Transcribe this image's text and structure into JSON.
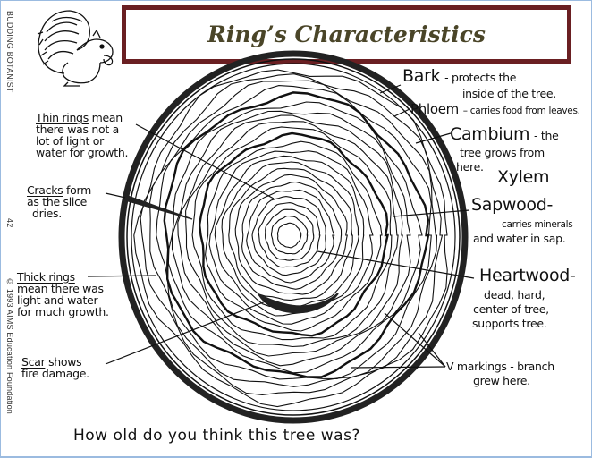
{
  "side_labels": {
    "series": "BUDDING  BOTANIST",
    "page_number": "42",
    "copyright": "© 1993 AIMS Education Foundation"
  },
  "title": "Ring’s Characteristics",
  "colors": {
    "title_border": "#6a1f22",
    "title_text": "#4a4528",
    "page_border": "#9bbbe0"
  },
  "illustrations": {
    "mascot": "squirrel-icon",
    "diagram": "tree-cross-section"
  },
  "labels_left": {
    "thin_rings": {
      "term": "Thin rings",
      "rest": " mean",
      "lines": [
        "there was not a",
        "lot of light or",
        "water for growth."
      ]
    },
    "cracks": {
      "term": "Cracks",
      "rest": " form",
      "lines": [
        "as the slice",
        "dries."
      ]
    },
    "thick_rings": {
      "term": "Thick rings",
      "rest": "",
      "lines": [
        "mean there was",
        "light and water",
        "for much growth."
      ]
    },
    "scar": {
      "term": "Scar",
      "rest": " shows",
      "lines": [
        "fire damage."
      ]
    }
  },
  "labels_right": {
    "bark": {
      "term": "Bark",
      "desc1": "- protects the",
      "desc2": "inside of the tree."
    },
    "phloem": {
      "term": "Phloem",
      "desc": "– carries food from leaves."
    },
    "cambium": {
      "term": "Cambium",
      "desc1": "- the",
      "desc2": "tree grows from",
      "desc3": "here."
    },
    "xylem": {
      "term": "Xylem"
    },
    "sapwood": {
      "term": "Sapwood",
      "dash": "-",
      "desc1": "carries minerals",
      "desc2": "and water in sap."
    },
    "heartwood": {
      "term": "Heartwood",
      "dash": "-",
      "desc1": "dead, hard,",
      "desc2": "center of tree,",
      "desc3": "supports tree."
    },
    "v_markings": {
      "term": "V markings",
      "desc1": "- branch",
      "desc2": "grew here."
    }
  },
  "question": "How old do you think this tree was?"
}
